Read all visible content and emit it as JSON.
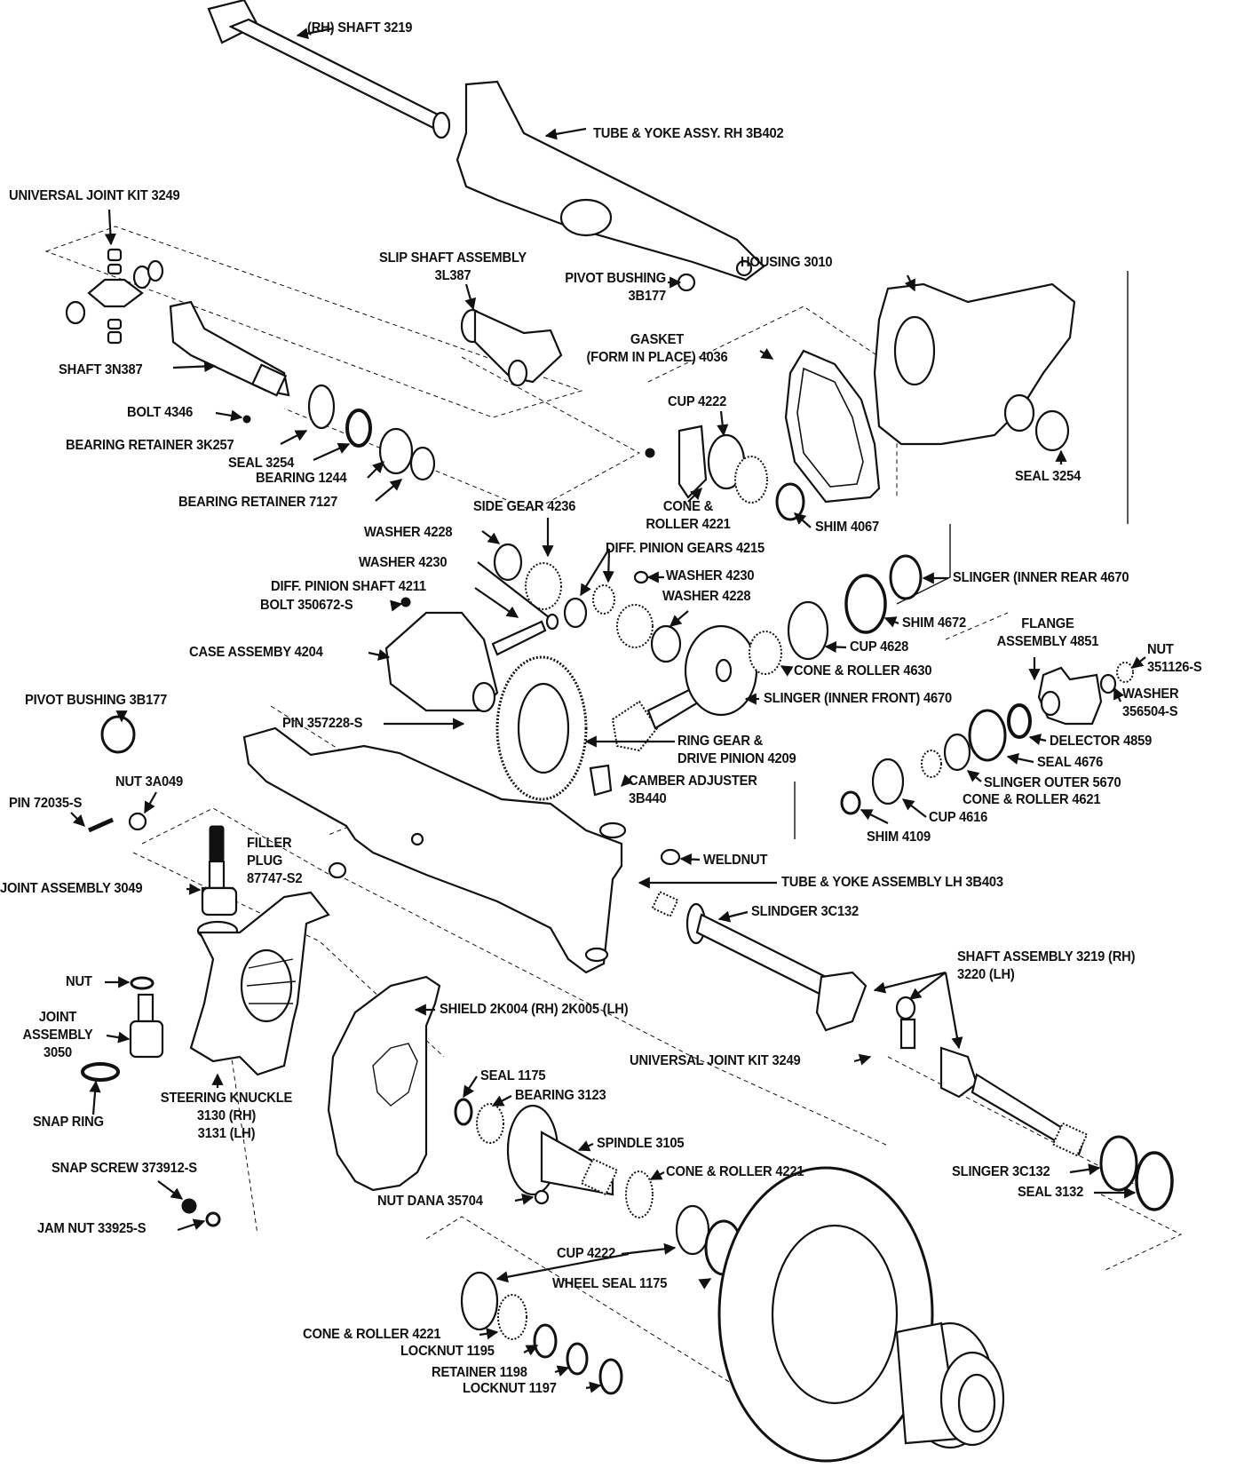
{
  "diagram": {
    "title": "Front Axle Exploded View",
    "colors": {
      "ink": "#111111",
      "background": "#ffffff"
    },
    "labels": [
      {
        "id": "rh-shaft-3219",
        "text": "(RH) SHAFT 3219"
      },
      {
        "id": "tube-yoke-rh-3b402",
        "text": "TUBE & YOKE ASSY. RH 3B402"
      },
      {
        "id": "universal-joint-kit-3249-top",
        "text": "UNIVERSAL JOINT KIT 3249"
      },
      {
        "id": "slip-shaft-assembly-3l387",
        "text": "SLIP SHAFT ASSEMBLY\n3L387"
      },
      {
        "id": "pivot-bushing-3b177-top",
        "text": "PIVOT BUSHING\n3B177"
      },
      {
        "id": "housing-3010",
        "text": "HOUSING 3010"
      },
      {
        "id": "gasket-4036",
        "text": "GASKET\n(FORM IN PLACE) 4036"
      },
      {
        "id": "shaft-3n387",
        "text": "SHAFT 3N387"
      },
      {
        "id": "bolt-4346",
        "text": "BOLT 4346"
      },
      {
        "id": "cup-4222-top",
        "text": "CUP 4222"
      },
      {
        "id": "bearing-retainer-3k257",
        "text": "BEARING RETAINER 3K257"
      },
      {
        "id": "seal-3254-left",
        "text": "SEAL 3254"
      },
      {
        "id": "bearing-1244",
        "text": "BEARING 1244"
      },
      {
        "id": "seal-3254-right",
        "text": "SEAL 3254"
      },
      {
        "id": "bearing-retainer-7127",
        "text": "BEARING RETAINER 7127"
      },
      {
        "id": "cone-roller-4221-top",
        "text": "CONE &\nROLLER 4221"
      },
      {
        "id": "side-gear-4236",
        "text": "SIDE GEAR 4236"
      },
      {
        "id": "shim-4067",
        "text": "SHIM 4067"
      },
      {
        "id": "washer-4228-left",
        "text": "WASHER 4228"
      },
      {
        "id": "diff-pinion-gears-4215",
        "text": "DIFF. PINION GEARS 4215"
      },
      {
        "id": "washer-4230-left",
        "text": "WASHER 4230"
      },
      {
        "id": "washer-4230-right",
        "text": "WASHER 4230"
      },
      {
        "id": "slinger-inner-rear-4670",
        "text": "SLINGER (INNER REAR 4670"
      },
      {
        "id": "diff-pinion-shaft-4211",
        "text": "DIFF. PINION SHAFT 4211"
      },
      {
        "id": "washer-4228-right",
        "text": "WASHER 4228"
      },
      {
        "id": "bolt-350672-s",
        "text": "BOLT 350672-S"
      },
      {
        "id": "shim-4672",
        "text": "SHIM 4672"
      },
      {
        "id": "flange-assembly-4851",
        "text": "FLANGE\nASSEMBLY 4851"
      },
      {
        "id": "case-assembly-4204",
        "text": "CASE ASSEMBY 4204"
      },
      {
        "id": "cup-4628",
        "text": "CUP 4628"
      },
      {
        "id": "nut-351126-s",
        "text": "NUT\n351126-S"
      },
      {
        "id": "cone-roller-4630",
        "text": "CONE & ROLLER 4630"
      },
      {
        "id": "washer-356504-s",
        "text": "WASHER\n356504-S"
      },
      {
        "id": "pivot-bushing-3b177-left",
        "text": "PIVOT BUSHING 3B177"
      },
      {
        "id": "slinger-inner-front-4670",
        "text": "SLINGER (INNER FRONT) 4670"
      },
      {
        "id": "pin-357228-s",
        "text": "PIN 357228-S"
      },
      {
        "id": "ring-gear-drive-pinion-4209",
        "text": "RING GEAR &\nDRIVE PINION 4209"
      },
      {
        "id": "delector-4859",
        "text": "DELECTOR 4859"
      },
      {
        "id": "seal-4676",
        "text": "SEAL 4676"
      },
      {
        "id": "camber-adjuster-3b440",
        "text": "CAMBER ADJUSTER\n3B440"
      },
      {
        "id": "slinger-outer-5670",
        "text": "SLINGER OUTER 5670"
      },
      {
        "id": "nut-3a049",
        "text": "NUT 3A049"
      },
      {
        "id": "cone-roller-4621",
        "text": "CONE & ROLLER 4621"
      },
      {
        "id": "pin-72035-s",
        "text": "PIN 72035-S"
      },
      {
        "id": "cup-4616",
        "text": "CUP 4616"
      },
      {
        "id": "shim-4109",
        "text": "SHIM 4109"
      },
      {
        "id": "filler-plug-87747-s2",
        "text": "FILLER\nPLUG\n87747-S2"
      },
      {
        "id": "weldnut",
        "text": "WELDNUT"
      },
      {
        "id": "tube-yoke-lh-3b403",
        "text": "TUBE & YOKE ASSEMBLY LH 3B403"
      },
      {
        "id": "joint-assembly-3049",
        "text": "JOINT ASSEMBLY 3049"
      },
      {
        "id": "slindger-3c132",
        "text": "SLINDGER 3C132"
      },
      {
        "id": "shaft-assembly-3219-3220",
        "text": "SHAFT ASSEMBLY 3219 (RH)\n3220 (LH)"
      },
      {
        "id": "nut",
        "text": "NUT"
      },
      {
        "id": "shield-2k004-2k005",
        "text": "SHIELD 2K004 (RH) 2K005 (LH)"
      },
      {
        "id": "joint-assembly-3050",
        "text": "JOINT\nASSEMBLY\n3050"
      },
      {
        "id": "universal-joint-kit-3249-bottom",
        "text": "UNIVERSAL JOINT KIT 3249"
      },
      {
        "id": "seal-1175",
        "text": "SEAL 1175"
      },
      {
        "id": "steering-knuckle-3130-3131",
        "text": "STEERING KNUCKLE\n3130 (RH)\n3131 (LH)"
      },
      {
        "id": "bearing-3123",
        "text": "BEARING 3123"
      },
      {
        "id": "snap-ring",
        "text": "SNAP RING"
      },
      {
        "id": "spindle-3105",
        "text": "SPINDLE 3105"
      },
      {
        "id": "cone-roller-4221-mid",
        "text": "CONE & ROLLER 4221"
      },
      {
        "id": "slinger-3c132",
        "text": "SLINGER 3C132"
      },
      {
        "id": "snap-screw-373912-s",
        "text": "SNAP SCREW 373912-S"
      },
      {
        "id": "seal-3132",
        "text": "SEAL 3132"
      },
      {
        "id": "nut-dana-35704",
        "text": "NUT DANA 35704"
      },
      {
        "id": "jam-nut-33925-s",
        "text": "JAM NUT 33925-S"
      },
      {
        "id": "cup-4222-bottom",
        "text": "CUP 4222"
      },
      {
        "id": "wheel-seal-1175",
        "text": "WHEEL SEAL 1175"
      },
      {
        "id": "cone-roller-4221-bottom",
        "text": "CONE & ROLLER 4221"
      },
      {
        "id": "locknut-1195",
        "text": "LOCKNUT 1195"
      },
      {
        "id": "retainer-1198",
        "text": "RETAINER 1198"
      },
      {
        "id": "locknut-1197",
        "text": "LOCKNUT 1197"
      }
    ]
  }
}
